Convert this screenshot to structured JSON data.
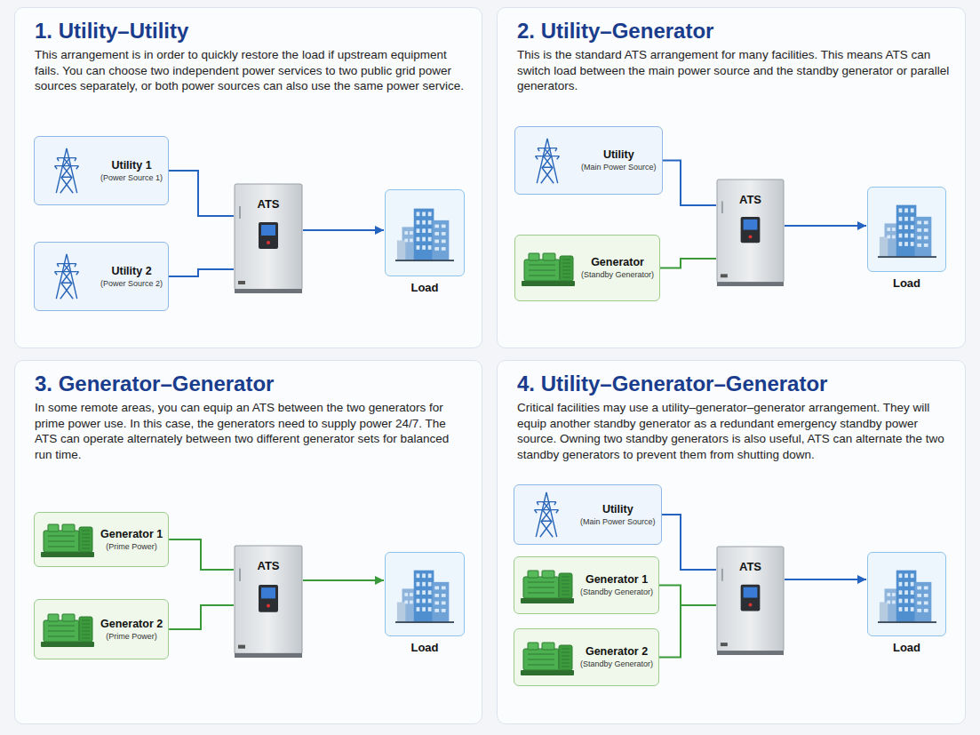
{
  "diagram": {
    "nodes": [
      {
        "text": [
          "1. Utility–Utility",
          "This arrangement is in order to quickly restore the load if upstream equipment fails. You can choose two independent power services to two public grid power sources separately, or both power sources can also use the same power service."
        ]
      },
      {
        "text": [
          "Utility 1",
          "(Power Source 1)"
        ],
        "in": 0
      },
      {
        "text": [
          "Utility 2",
          "(Power Source 2)"
        ],
        "in": 0
      },
      {
        "text": [
          "ATS"
        ],
        "in": 0
      },
      {
        "text": [
          "Load"
        ],
        "in": 0
      },
      {
        "text": [
          "2. Utility–Generator",
          "This is the standard ATS arrangement for many facilities. This means ATS can switch load between the main power source and the standby generator or parallel generators."
        ]
      },
      {
        "text": [
          "Utility",
          "(Main Power Source)"
        ],
        "in": 5
      },
      {
        "text": [
          "Generator",
          "(Standby Generator)"
        ],
        "in": 5
      },
      {
        "text": [
          "ATS"
        ],
        "in": 5
      },
      {
        "text": [
          "Load"
        ],
        "in": 5
      },
      {
        "text": [
          "3. Generator–Generator",
          "In some remote areas, you can equip an ATS between the two generators for prime power use. In this case, the generators need to supply power 24/7. The ATS can operate alternately between two different generator sets for balanced run time."
        ]
      },
      {
        "text": [
          "Generator 1",
          "(Prime Power)"
        ],
        "in": 10
      },
      {
        "text": [
          "Generator 2",
          "(Prime Power)"
        ],
        "in": 10
      },
      {
        "text": [
          "ATS"
        ],
        "in": 10
      },
      {
        "text": [
          "Load"
        ],
        "in": 10
      },
      {
        "text": [
          "4. Utility–Generator–Generator",
          "Critical facilities may use a utility–generator–generator arrangement. They will equip another standby generator as a redundant emergency standby power source. Owning two standby generators is also useful, ATS can alternate the two standby generators to prevent them from shutting down."
        ]
      },
      {
        "text": [
          "Utility",
          "(Main Power Source)"
        ],
        "in": 15
      },
      {
        "text": [
          "Generator 1",
          "(Standby Generator)"
        ],
        "in": 15
      },
      {
        "text": [
          "Generator 2",
          "(Standby Generator)"
        ],
        "in": 15
      },
      {
        "text": [
          "ATS"
        ],
        "in": 15
      },
      {
        "text": [
          "Load"
        ],
        "in": 15
      }
    ],
    "edges": [
      {
        "from": 1,
        "to": 3,
        "arrow": "none"
      },
      {
        "from": 2,
        "to": 3,
        "arrow": "none"
      },
      {
        "from": 3,
        "to": 4,
        "arrow": "to"
      },
      {
        "from": 6,
        "to": 8,
        "arrow": "none"
      },
      {
        "from": 7,
        "to": 8,
        "arrow": "none"
      },
      {
        "from": 8,
        "to": 9,
        "arrow": "to"
      },
      {
        "from": 11,
        "to": 13,
        "arrow": "none"
      },
      {
        "from": 12,
        "to": 13,
        "arrow": "none"
      },
      {
        "from": 13,
        "to": 14,
        "arrow": "to"
      },
      {
        "from": 16,
        "to": 19,
        "arrow": "none"
      },
      {
        "from": 17,
        "to": 19,
        "arrow": "none"
      },
      {
        "from": 18,
        "to": 19,
        "arrow": "none"
      },
      {
        "from": 19,
        "to": 20,
        "arrow": "to"
      }
    ]
  }
}
